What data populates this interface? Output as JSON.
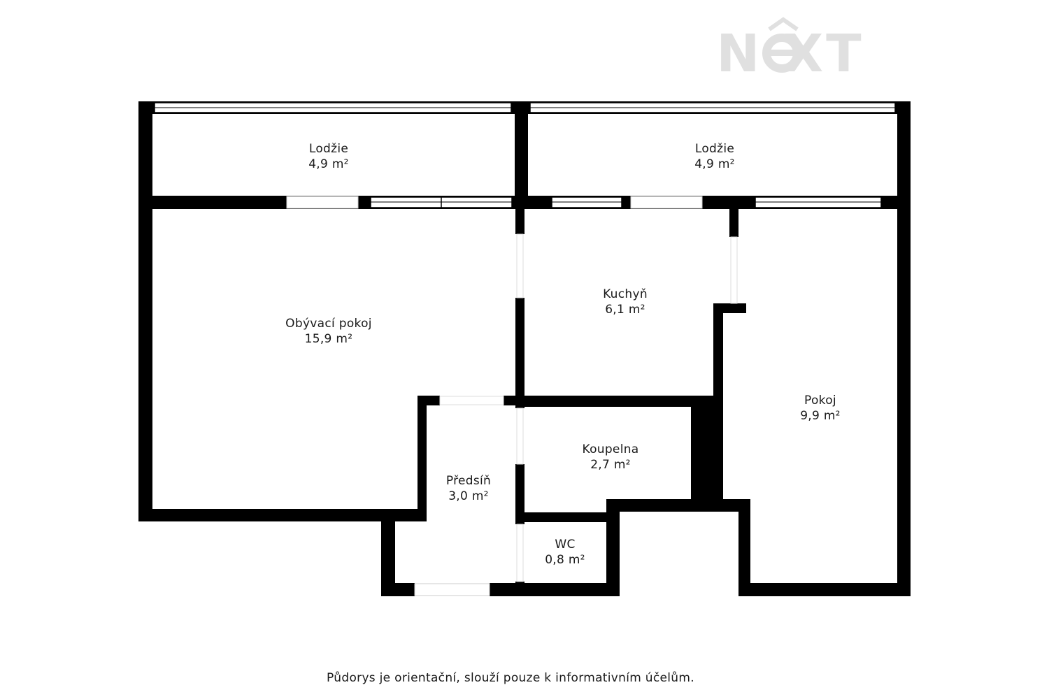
{
  "logo": {
    "text": "NEXT",
    "color": "#e0e0e0"
  },
  "colors": {
    "wall": "#000000",
    "window": "#ffffff",
    "background": "#ffffff"
  },
  "rooms": [
    {
      "name": "Lodžie",
      "area": "4,9 m²"
    },
    {
      "name": "Lodžie",
      "area": "4,9 m²"
    },
    {
      "name": "Obývací pokoj",
      "area": "15,9 m²"
    },
    {
      "name": "Kuchyň",
      "area": "6,1 m²"
    },
    {
      "name": "Pokoj",
      "area": "9,9 m²"
    },
    {
      "name": "Koupelna",
      "area": "2,7 m²"
    },
    {
      "name": "Předsíň",
      "area": "3,0 m²"
    },
    {
      "name": "WC",
      "area": "0,8 m²"
    }
  ],
  "footer": {
    "note": "Půdorys je orientační, slouží pouze k informativním účelům."
  }
}
